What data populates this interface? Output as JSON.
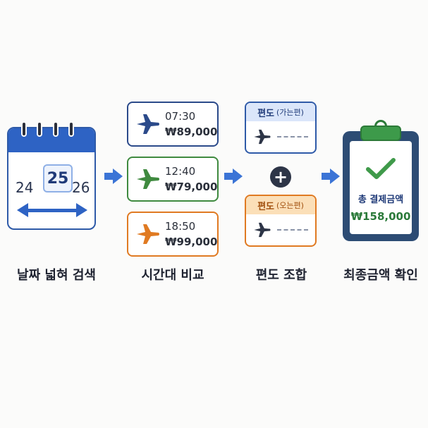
{
  "colors": {
    "blue": "#2e63c4",
    "green": "#3f8a3f",
    "orange": "#e07a22",
    "navy": "#2d4c74",
    "dark": "#2d3547"
  },
  "calendar": {
    "days": [
      "24",
      "25",
      "26"
    ],
    "selected_day": "25"
  },
  "flights": [
    {
      "time": "07:30",
      "price": "₩89,000",
      "color": "#2b4a8a",
      "border": "#2b4a8a",
      "icon": "airplane-icon"
    },
    {
      "time": "12:40",
      "price": "₩79,000",
      "color": "#3f8a3f",
      "border": "#3f8a3f",
      "icon": "airplane-icon"
    },
    {
      "time": "18:50",
      "price": "₩99,000",
      "color": "#e07a22",
      "border": "#e07a22",
      "icon": "airplane-icon"
    }
  ],
  "legs": {
    "outbound": {
      "title": "편도",
      "sub": "(가는편)"
    },
    "return": {
      "title": "편도",
      "sub": "(오는편)"
    },
    "plus_symbol": "+"
  },
  "summary": {
    "label": "총 결제금액",
    "value": "₩158,000"
  },
  "steps": [
    "날짜 넓혀 검색",
    "시간대 비교",
    "편도 조합",
    "최종금액 확인"
  ]
}
